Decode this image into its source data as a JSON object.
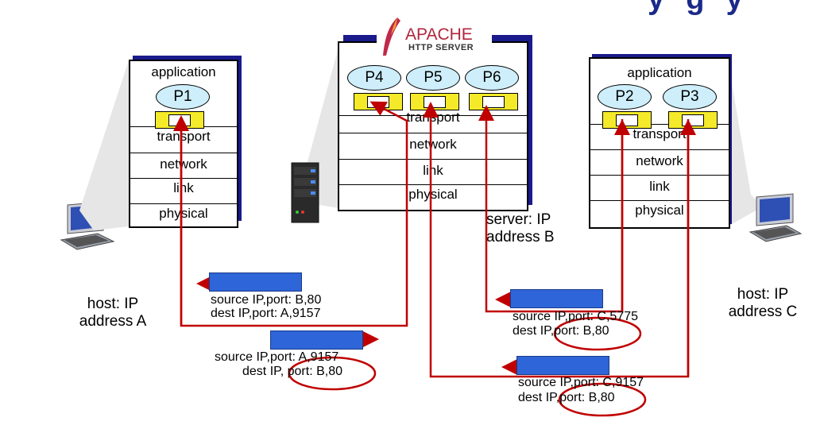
{
  "apache": {
    "name": "APACHE",
    "sub": "HTTP SERVER"
  },
  "hostA": {
    "processes": [
      "P1"
    ],
    "layers": [
      "application",
      "transport",
      "network",
      "link",
      "physical"
    ],
    "caption": [
      "host: IP",
      "address A"
    ]
  },
  "server": {
    "processes": [
      "P4",
      "P5",
      "P6"
    ],
    "layers": [
      "transport",
      "network",
      "link",
      "physical"
    ],
    "caption": [
      "server: IP",
      "address B"
    ]
  },
  "hostC": {
    "processes": [
      "P2",
      "P3"
    ],
    "layers": [
      "application",
      "transport",
      "network",
      "link",
      "physical"
    ],
    "caption": [
      "host: IP",
      "address C"
    ]
  },
  "segments": [
    {
      "line1": "source IP,port: B,80",
      "line2": "dest IP,port: A,9157"
    },
    {
      "line1": "source IP,port: A,9157",
      "line2": "dest IP, port: B,80"
    },
    {
      "line1": "source IP,port: C,5775",
      "line2": "dest IP,port: B,80"
    },
    {
      "line1": "source IP,port: C,9157",
      "line2": "dest IP,port: B,80"
    }
  ],
  "colors": {
    "path": "#c00000",
    "segment": "#2e65d8",
    "stack_shadow": "#1a1a8c",
    "process": "#cdeefa",
    "socket": "#f4ea2a"
  }
}
